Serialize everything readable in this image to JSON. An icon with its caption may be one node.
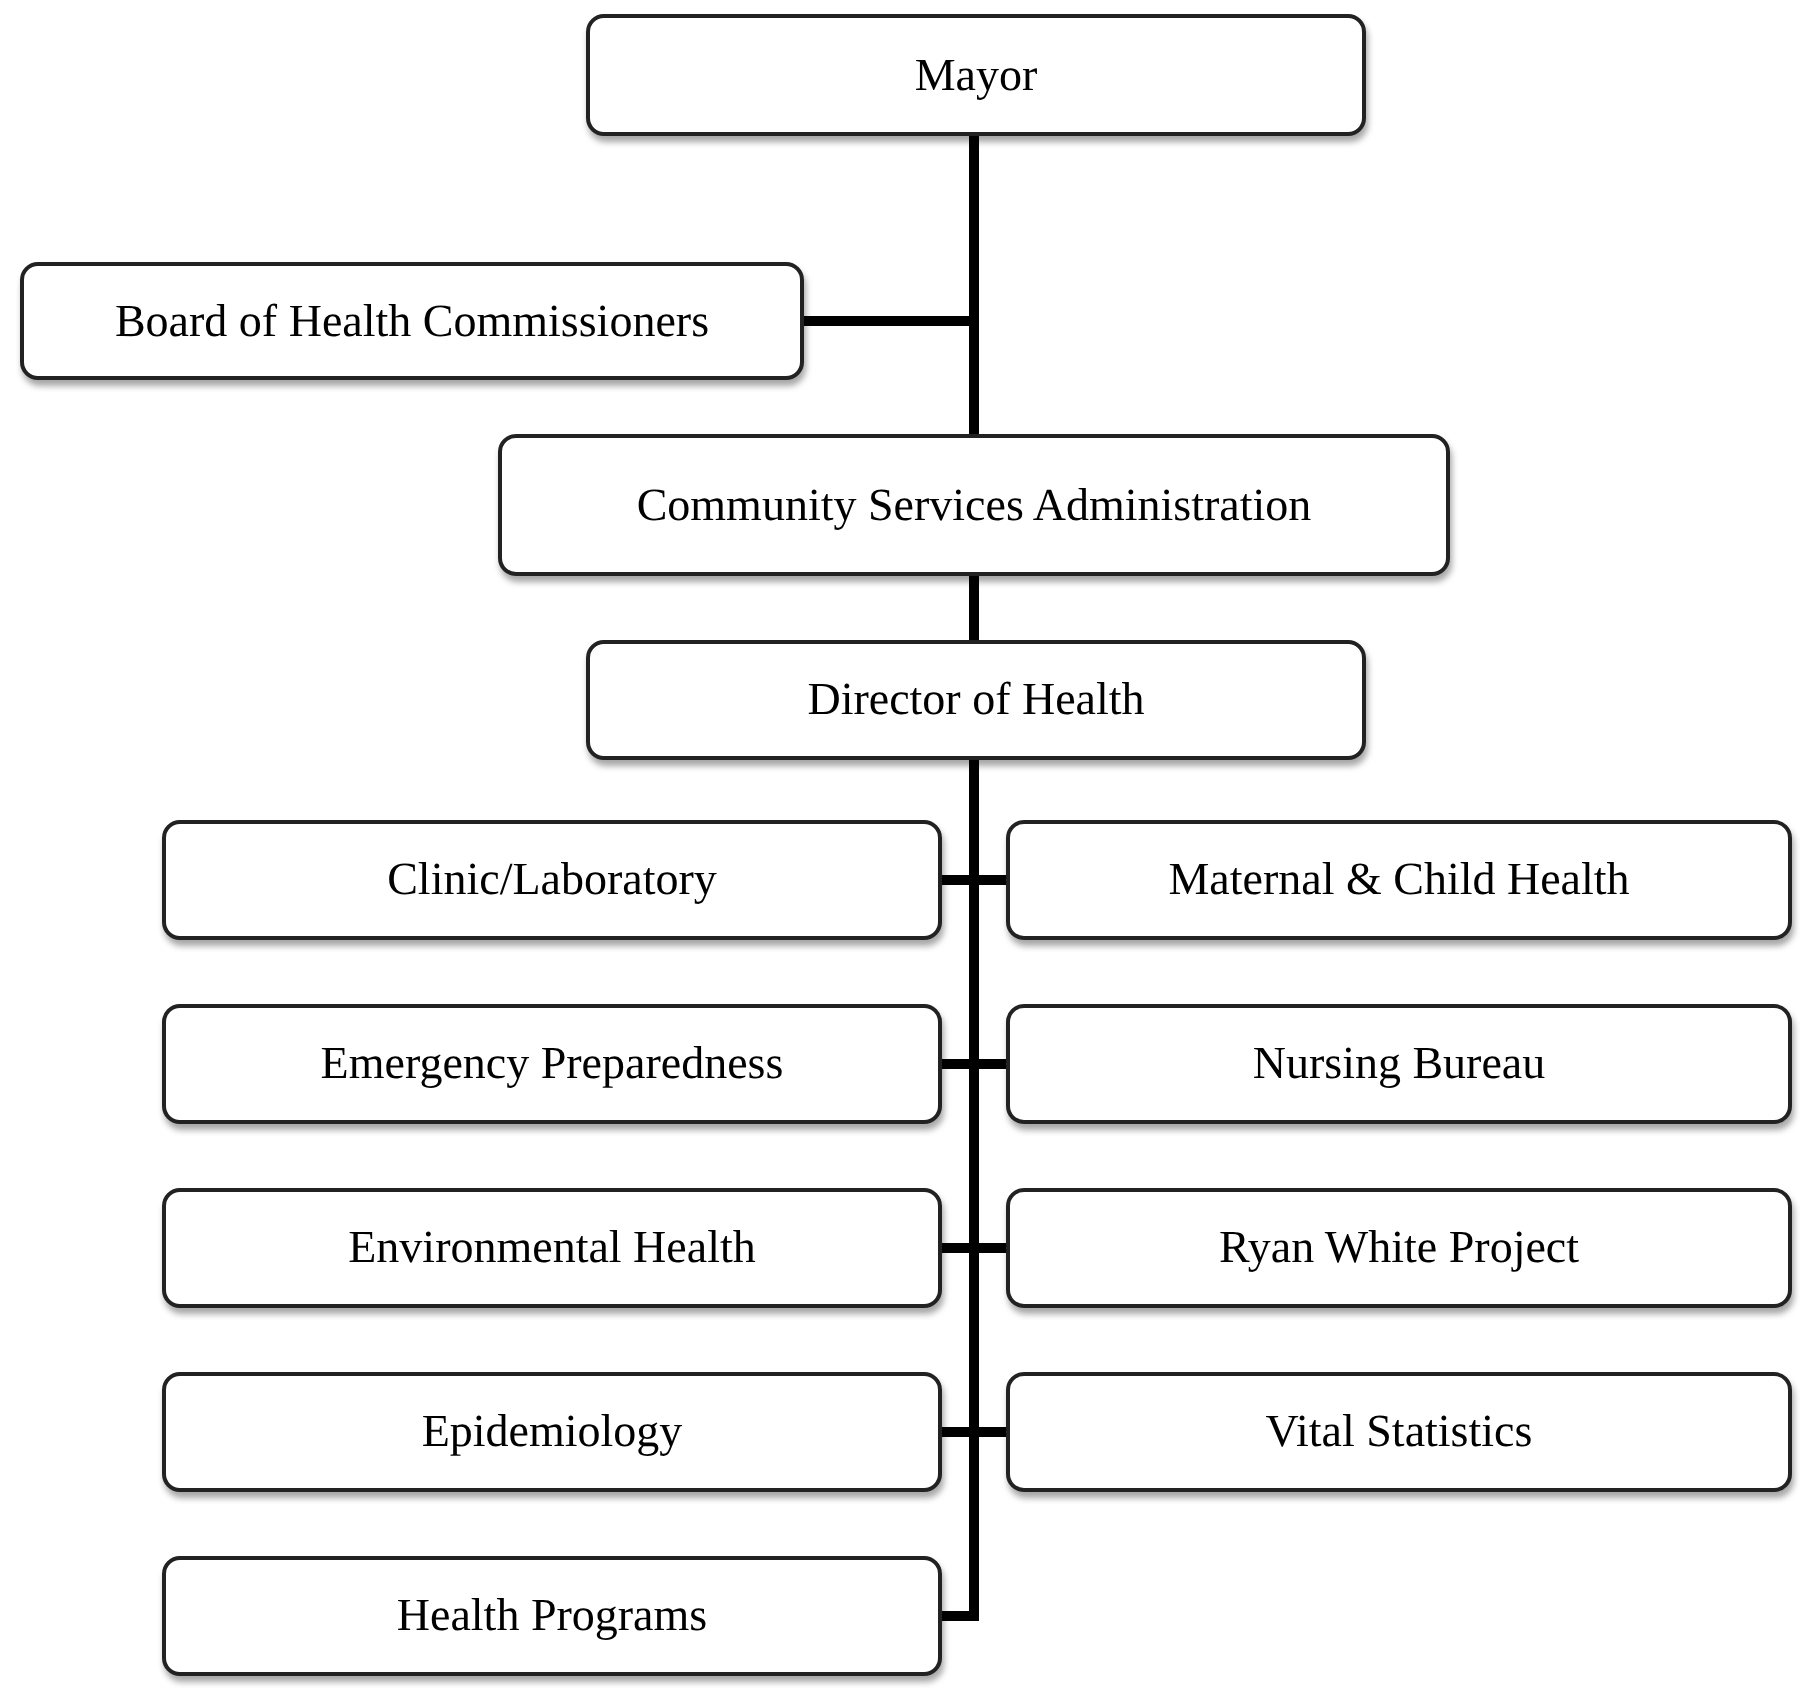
{
  "diagram": {
    "nodes": [
      {
        "text": [
          "Mayor"
        ]
      },
      {
        "text": [
          "Board of Health Commissioners"
        ]
      },
      {
        "text": [
          "Community Services Administration"
        ]
      },
      {
        "text": [
          "Director of Health"
        ]
      },
      {
        "text": [
          "Clinic/Laboratory"
        ]
      },
      {
        "text": [
          "Maternal & Child Health"
        ]
      },
      {
        "text": [
          "Emergency Preparedness"
        ]
      },
      {
        "text": [
          "Nursing Bureau"
        ]
      },
      {
        "text": [
          "Environmental Health"
        ]
      },
      {
        "text": [
          "Ryan White Project"
        ]
      },
      {
        "text": [
          "Epidemiology"
        ]
      },
      {
        "text": [
          "Vital Statistics"
        ]
      },
      {
        "text": [
          "Health Programs"
        ]
      }
    ],
    "edges": [
      {
        "from": 0,
        "to": 1,
        "arrow": "none"
      },
      {
        "from": 0,
        "to": 2,
        "arrow": "none"
      },
      {
        "from": 2,
        "to": 3,
        "arrow": "none"
      },
      {
        "from": 3,
        "to": 4,
        "arrow": "none"
      },
      {
        "from": 3,
        "to": 5,
        "arrow": "none"
      },
      {
        "from": 3,
        "to": 6,
        "arrow": "none"
      },
      {
        "from": 3,
        "to": 7,
        "arrow": "none"
      },
      {
        "from": 3,
        "to": 8,
        "arrow": "none"
      },
      {
        "from": 3,
        "to": 9,
        "arrow": "none"
      },
      {
        "from": 3,
        "to": 10,
        "arrow": "none"
      },
      {
        "from": 3,
        "to": 11,
        "arrow": "none"
      },
      {
        "from": 3,
        "to": 12,
        "arrow": "none"
      }
    ]
  }
}
